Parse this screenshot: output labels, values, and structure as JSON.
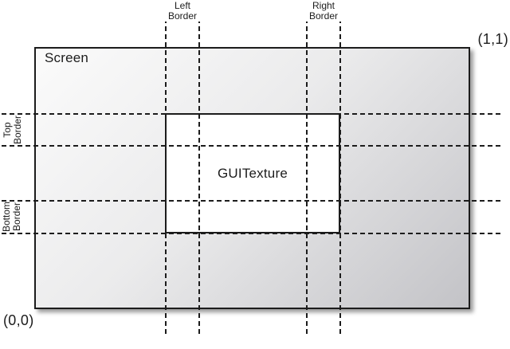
{
  "colors": {
    "ink": "#1c1c1c",
    "screen_gradient_start": "#fbfbfb",
    "screen_gradient_end": "#c3c3c7",
    "texture_fill": "#ffffff",
    "page_background": "#ffffff"
  },
  "screen": {
    "label": "Screen"
  },
  "texture": {
    "label": "GUITexture"
  },
  "coordinates": {
    "bottom_left": "(0,0)",
    "top_right": "(1,1)"
  },
  "border_labels": {
    "left": {
      "line1": "Left",
      "line2": "Border"
    },
    "right": {
      "line1": "Right",
      "line2": "Border"
    },
    "top": {
      "line1": "Top",
      "line2": "Border"
    },
    "bottom": {
      "line1": "Bottom",
      "line2": "Border"
    }
  }
}
